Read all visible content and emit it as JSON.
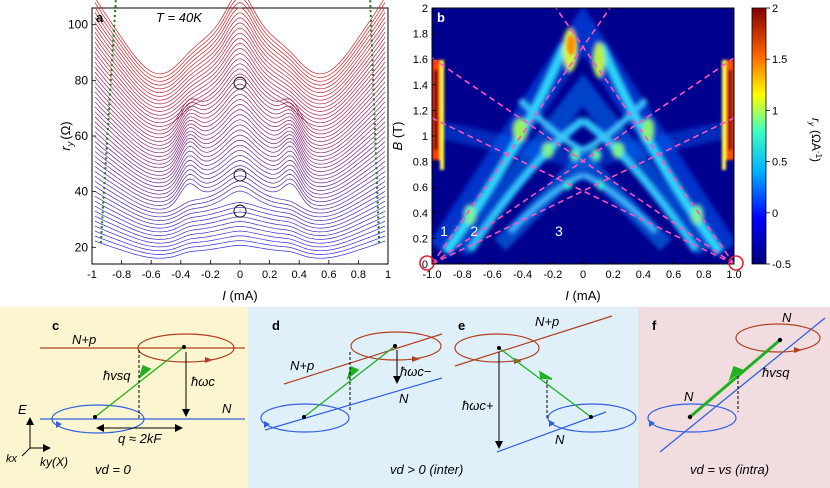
{
  "panels": {
    "a": {
      "letter": "a",
      "temp": "T = 40K",
      "ylabel": "r",
      "ylabel_sub": "y",
      "ylabel_unit": "(Ω)",
      "xlabel": "I",
      "xlabel_unit": "(mA)"
    },
    "b": {
      "letter": "b",
      "ylabel": "B",
      "ylabel_unit": "(T)",
      "xlabel": "I",
      "xlabel_unit": "(mA)",
      "cbar_label": "r",
      "cbar_sub": "y",
      "cbar_unit": "(ΩA",
      "cbar_unit_sup": "-1",
      "cbar_unit_end": ")",
      "branch_labels": [
        "1",
        "2",
        "3"
      ]
    },
    "c": {
      "letter": "c",
      "np": "N+p",
      "n": "N",
      "hvsq": "ħvsq",
      "hwc": "ħωc",
      "q": "q ≈ 2kF",
      "E": "E",
      "kx": "kx",
      "ky": "ky(X)",
      "vd": "vd = 0"
    },
    "d": {
      "letter": "d",
      "np": "N+p",
      "n": "N",
      "hwc": "ħωc−"
    },
    "e": {
      "letter": "e",
      "np": "N+p",
      "n": "N",
      "hwc": "ħωc+",
      "vd": "vd > 0 (inter)"
    },
    "f": {
      "letter": "f",
      "n_top": "N",
      "n_bot": "N",
      "hvsq": "ħvsq",
      "vd": "vd = vs (intra)"
    }
  },
  "chart_data": [
    {
      "type": "line",
      "panel": "a",
      "title": "T = 40K",
      "xlabel": "I (mA)",
      "ylabel": "ry (Ω)",
      "xlim": [
        -1,
        1
      ],
      "ylim": [
        14,
        106
      ],
      "x_ticks": [
        -1,
        -0.8,
        -0.6,
        -0.4,
        -0.2,
        0,
        0.2,
        0.4,
        0.6,
        0.8,
        1
      ],
      "y_ticks": [
        20,
        40,
        60,
        80,
        100
      ],
      "n_curves": 50,
      "curve_range": [
        20,
        100
      ],
      "color_range": [
        "#2a2ae0",
        "#d42020"
      ],
      "circles": [
        {
          "x": 0,
          "y": 79
        },
        {
          "x": 0,
          "y": 46
        },
        {
          "x": 0,
          "y": 33
        }
      ]
    },
    {
      "type": "heatmap",
      "panel": "b",
      "xlabel": "I (mA)",
      "ylabel": "B (T)",
      "xlim": [
        -1,
        1
      ],
      "ylim": [
        0,
        2
      ],
      "x_ticks": [
        -1.0,
        -0.8,
        -0.6,
        -0.4,
        -0.2,
        0,
        0.2,
        0.4,
        0.6,
        0.8,
        1.0
      ],
      "y_ticks": [
        0,
        0.2,
        0.4,
        0.6,
        0.8,
        1,
        1.2,
        1.4,
        1.6,
        1.8,
        2
      ],
      "colorbar": {
        "min": -0.5,
        "max": 2,
        "ticks": [
          2,
          1.5,
          1,
          0.5,
          0,
          -0.5
        ],
        "label": "ry (ΩA⁻¹)"
      },
      "branch_label_x": [
        -0.92,
        -0.72,
        -0.16
      ],
      "branch_label_y": 0.22
    }
  ]
}
